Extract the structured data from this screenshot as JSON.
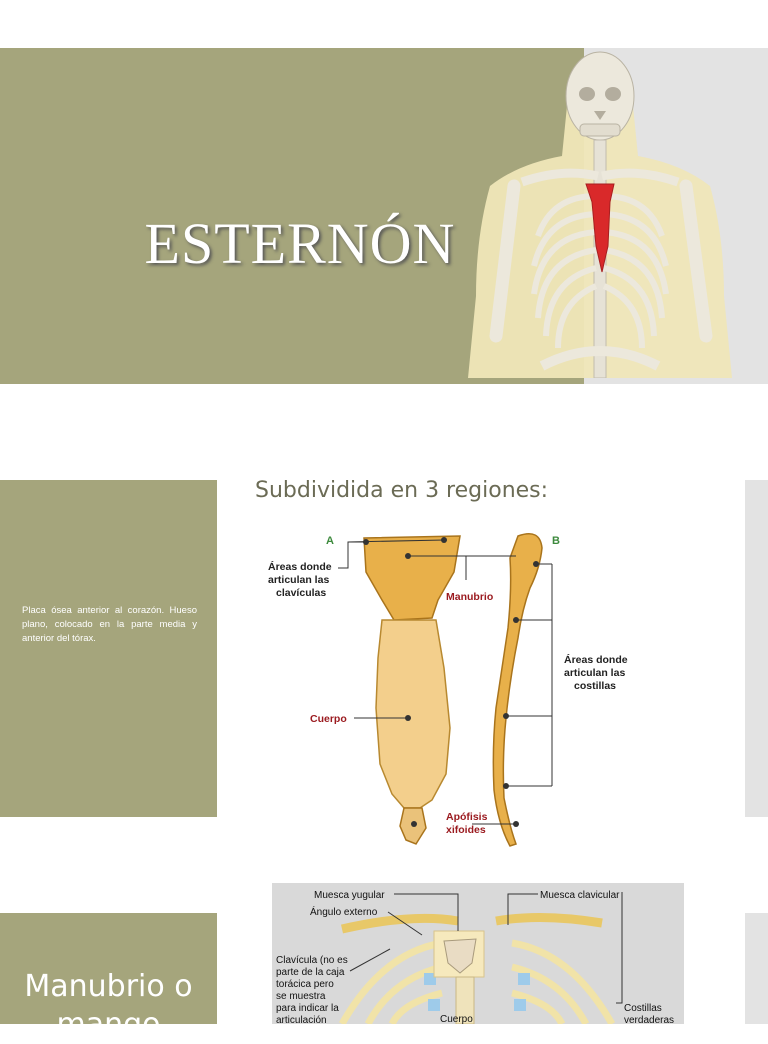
{
  "slide1": {
    "title": "ESTERNÓN"
  },
  "slide2": {
    "heading": "Subdividida en 3 regiones:",
    "description": "Placa ósea anterior al corazón. Hueso plano, colocado en la parte media y anterior del tórax.",
    "diagram": {
      "label_a": "A",
      "label_b": "B",
      "clavicle_areas": [
        "Áreas donde",
        "articulan las",
        "clavículas"
      ],
      "manubrio": "Manubrio",
      "cuerpo": "Cuerpo",
      "xifoides": [
        "Apófisis",
        "xifoides"
      ],
      "rib_areas": [
        "Áreas donde",
        "articulan las",
        "costillas"
      ]
    }
  },
  "slide3": {
    "title_line1": "Manubrio o",
    "title_line2": "mango",
    "diagram": {
      "muesca_yugular": "Muesca yugular",
      "angulo_externo": "Ángulo externo",
      "muesca_clavicular": "Muesca clavicular",
      "clavicula": [
        "Clavícula (no es",
        "parte de la caja",
        "torácica pero",
        "se muestra",
        "para indicar la",
        "articulación"
      ],
      "cuerpo": "Cuerpo",
      "costillas": [
        "Costillas",
        "verdaderas"
      ]
    }
  },
  "colors": {
    "olive": "#a5a57c",
    "grey_panel": "#e3e3e3",
    "sternum_highlight": "#d9292a"
  }
}
